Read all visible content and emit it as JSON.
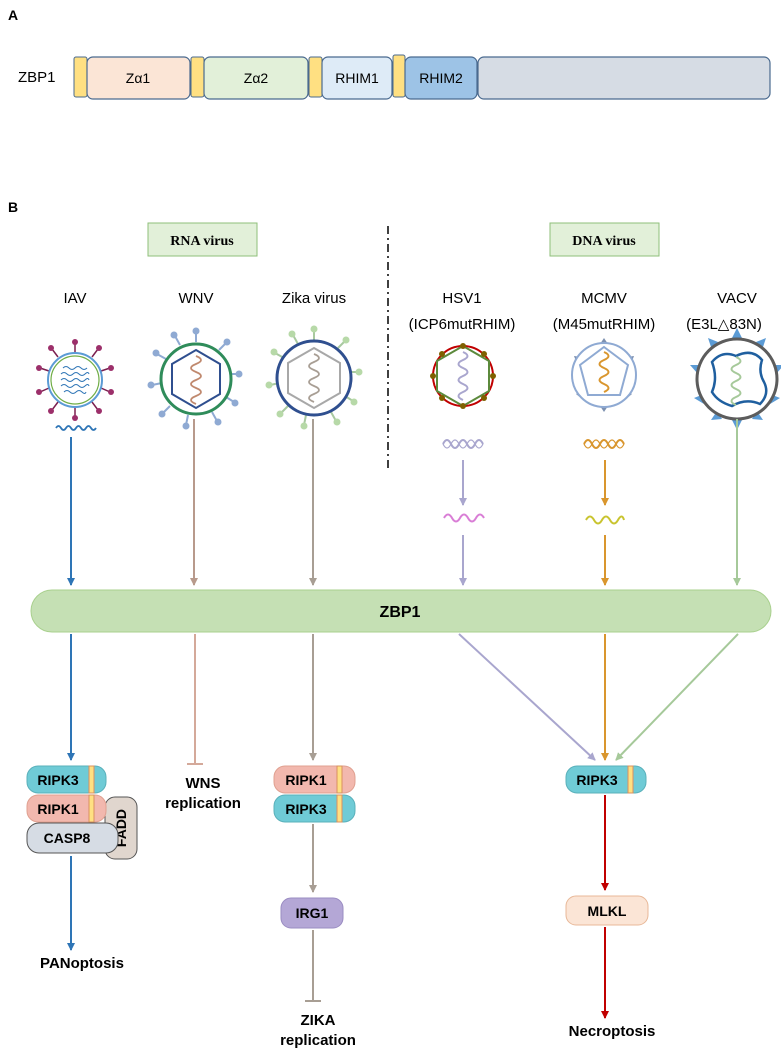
{
  "panel_a": {
    "label": "A",
    "protein": "ZBP1",
    "domains": [
      "Zα1",
      "Zα2",
      "RHIM1",
      "RHIM2"
    ]
  },
  "panel_b": {
    "label": "B",
    "rna_group": "RNA virus",
    "dna_group": "DNA virus",
    "viruses": {
      "iav": "IAV",
      "wnv": "WNV",
      "zika": "Zika virus",
      "hsv1": "HSV1",
      "hsv1_strain": "(ICP6mutRHIM)",
      "mcmv": "MCMV",
      "mcmv_strain": "(M45mutRHIM)",
      "vacv": "VACV",
      "vacv_strain": "(E3L△83N)"
    },
    "hub": "ZBP1",
    "complex_left": {
      "ripk3": "RIPK3",
      "ripk1": "RIPK1",
      "casp8": "CASP8",
      "fadd": "FADD"
    },
    "wns_line1": "WNS",
    "wns_line2": "replication",
    "complex_mid": {
      "ripk1": "RIPK1",
      "ripk3": "RIPK3"
    },
    "irg1": "IRG1",
    "zika_line1": "ZIKA",
    "zika_line2": "replication",
    "ripk3_right": "RIPK3",
    "mlkl": "MLKL",
    "panoptosis": "PANoptosis",
    "necroptosis": "Necroptosis"
  },
  "colors": {
    "iav_blue": "#2E75B6",
    "wnv_brown": "#C9A090",
    "zika_gray": "#A89E94",
    "hsv_purple": "#A9A6CE",
    "mcmv_orange": "#D9962E",
    "vacv_green": "#A6C99A",
    "necro_red": "#C00000",
    "hub_green": "#C5E0B4",
    "ripk3_cyan": "#6FCBD6",
    "ripk1_pink": "#F2B8AE",
    "casp8_gray": "#D6DCE4",
    "fadd_beige": "#E0D6CE",
    "irg1_purple": "#B4A7D6",
    "mlkl_peach": "#FBE5D6"
  }
}
